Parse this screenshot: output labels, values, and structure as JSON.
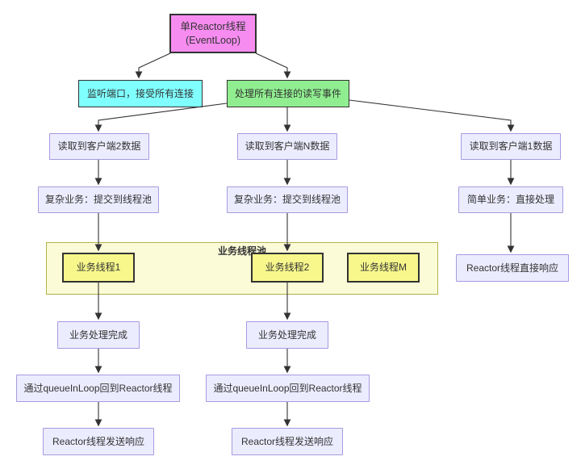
{
  "colors": {
    "reactor_fill": "#f78cf0",
    "listen_fill": "#80ffff",
    "handle_fill": "#90ee90",
    "node_fill": "#ececff",
    "node_border": "#a79ae0",
    "pool_fill": "#fbfbd8",
    "pool_border": "#b2b24f",
    "worker_fill": "#f7f78c",
    "dark_border": "#333333",
    "edge_color": "#333333",
    "text_color": "#333333"
  },
  "nodes": {
    "reactor": {
      "line1": "单Reactor线程",
      "line2": "(EventLoop)"
    },
    "listen": {
      "label": "监听端口，接受所有连接"
    },
    "handle": {
      "label": "处理所有连接的读写事件"
    },
    "read2": {
      "label": "读取到客户端2数据"
    },
    "readN": {
      "label": "读取到客户端N数据"
    },
    "read1": {
      "label": "读取到客户端1数据"
    },
    "complex_left": {
      "label": "复杂业务：提交到线程池"
    },
    "complex_mid": {
      "label": "复杂业务：提交到线程池"
    },
    "simple_right": {
      "label": "简单业务：直接处理"
    },
    "pool": {
      "label": "业务线程池"
    },
    "worker1": {
      "label": "业务线程1"
    },
    "worker2": {
      "label": "业务线程2"
    },
    "workerM": {
      "label": "业务线程M"
    },
    "done_left": {
      "label": "业务处理完成"
    },
    "done_mid": {
      "label": "业务处理完成"
    },
    "queue_left": {
      "label": "通过queueInLoop回到Reactor线程"
    },
    "queue_mid": {
      "label": "通过queueInLoop回到Reactor线程"
    },
    "send_left": {
      "label": "Reactor线程发送响应"
    },
    "send_mid": {
      "label": "Reactor线程发送响应"
    },
    "direct_right": {
      "label": "Reactor线程直接响应"
    }
  },
  "edges": [
    {
      "from": "reactor",
      "to": "listen"
    },
    {
      "from": "reactor",
      "to": "handle"
    },
    {
      "from": "handle",
      "to": "read2"
    },
    {
      "from": "handle",
      "to": "readN"
    },
    {
      "from": "handle",
      "to": "read1"
    },
    {
      "from": "read2",
      "to": "complex_left"
    },
    {
      "from": "readN",
      "to": "complex_mid"
    },
    {
      "from": "read1",
      "to": "simple_right"
    },
    {
      "from": "complex_left",
      "to": "worker1"
    },
    {
      "from": "complex_mid",
      "to": "worker2"
    },
    {
      "from": "simple_right",
      "to": "direct_right"
    },
    {
      "from": "worker1",
      "to": "done_left"
    },
    {
      "from": "worker2",
      "to": "done_mid"
    },
    {
      "from": "done_left",
      "to": "queue_left"
    },
    {
      "from": "done_mid",
      "to": "queue_mid"
    },
    {
      "from": "queue_left",
      "to": "send_left"
    },
    {
      "from": "queue_mid",
      "to": "send_mid"
    }
  ]
}
